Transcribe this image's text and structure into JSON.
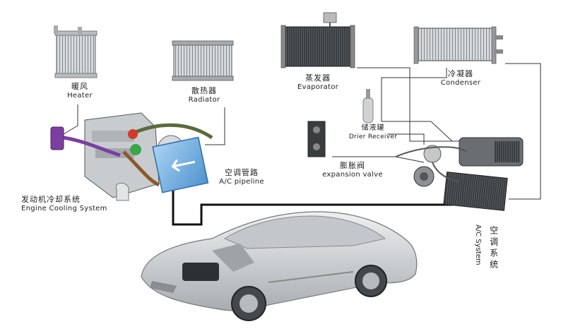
{
  "labels": {
    "heater": {
      "zh": "暖风",
      "en": "Heater"
    },
    "radiator": {
      "zh": "散热器",
      "en": "Radiator"
    },
    "evaporator": {
      "zh": "蒸发器",
      "en": "Evaporator"
    },
    "condenser": {
      "zh": "冷凝器",
      "en": "Condenser"
    },
    "drier": {
      "zh": "储液罐",
      "en": "Drier Receiver"
    },
    "expansion": {
      "zh": "膨胀阀",
      "en": "expansion valve"
    },
    "pipeline": {
      "zh": "空调管路",
      "en": "A/C pipeline"
    },
    "engine_cooling": {
      "zh": "发动机冷却系统",
      "en": "Engine Cooling System"
    },
    "ac_system": {
      "zh": "空调系统",
      "en": "A/C System"
    }
  },
  "colors": {
    "line": "#333333",
    "metal": "#9aa0a6",
    "engine_block": "#c9cccf",
    "coolant_purple": "#7b3fa0",
    "coolant_green": "#5a6b3a",
    "radiator_blue": "#7fb7e6",
    "car_body": "#d9dbdd"
  }
}
